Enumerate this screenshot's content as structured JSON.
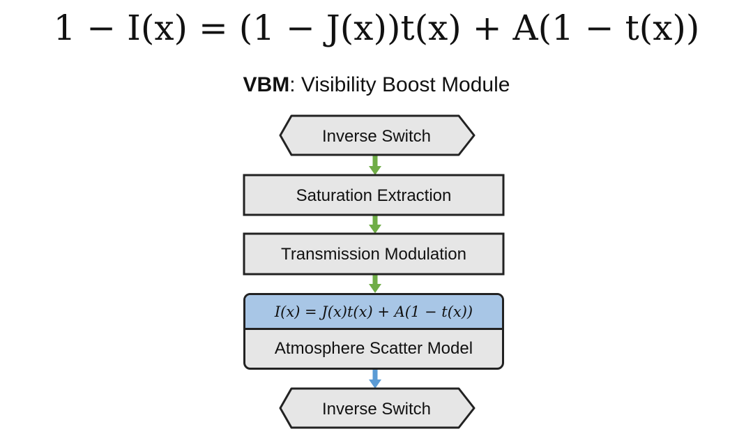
{
  "equation": "1 − I(x) = (1 − J(x))t(x) + A(1 − t(x))",
  "title": {
    "abbreviation": "VBM",
    "rest": ": Visibility Boost Module"
  },
  "flowchart": {
    "nodes": [
      {
        "id": "inverse-switch-top",
        "label": "Inverse Switch",
        "shape": "terminal",
        "fill": "#e6e6e6"
      },
      {
        "id": "saturation-extraction",
        "label": "Saturation Extraction",
        "shape": "process",
        "fill": "#e6e6e6"
      },
      {
        "id": "transmission-modulation",
        "label": "Transmission Modulation",
        "shape": "process",
        "fill": "#e6e6e6"
      },
      {
        "id": "atmosphere-scatter-model",
        "label": "Atmosphere Scatter Model",
        "formula": "I(x) = J(x)t(x) + A(1 − t(x))",
        "shape": "model",
        "fill": "#e6e6e6",
        "header_fill": "#a8c6e6"
      },
      {
        "id": "inverse-switch-bottom",
        "label": "Inverse Switch",
        "shape": "terminal",
        "fill": "#e6e6e6"
      }
    ],
    "edges": [
      {
        "from": "inverse-switch-top",
        "to": "saturation-extraction",
        "color": "#70ad47"
      },
      {
        "from": "saturation-extraction",
        "to": "transmission-modulation",
        "color": "#70ad47"
      },
      {
        "from": "transmission-modulation",
        "to": "atmosphere-scatter-model",
        "color": "#70ad47"
      },
      {
        "from": "atmosphere-scatter-model",
        "to": "inverse-switch-bottom",
        "color": "#5b9bd5"
      }
    ]
  }
}
